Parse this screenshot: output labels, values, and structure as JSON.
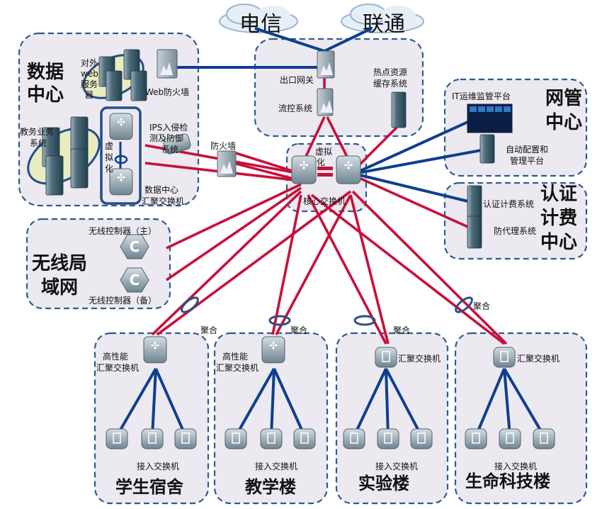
{
  "clouds": {
    "telecom": "电信",
    "unicom": "联通"
  },
  "data_center": {
    "title_lines": [
      "数据",
      "中心"
    ],
    "web_servers_lines": [
      "对外",
      "web",
      "服务",
      "器"
    ],
    "web_firewall": "Web防火墙",
    "academic_lines": [
      "教务业务",
      "系统"
    ],
    "virtualization_lines": [
      "虚",
      "拟",
      "化"
    ],
    "ips_lines": [
      "IPS入侵检",
      "测及防御",
      "系统"
    ],
    "agg_switch_lines": [
      "数据中心",
      "汇聚交换机"
    ],
    "firewall": "防火墙"
  },
  "exit": {
    "gateway": "出口网关",
    "flow_control": "流控系统",
    "cache_lines": [
      "热点资源",
      "缓存系统"
    ]
  },
  "core": {
    "virtualization_lines": [
      "虚拟",
      "化"
    ],
    "label": "核心交换机"
  },
  "nms": {
    "title_lines": [
      "网管",
      "中心"
    ],
    "it_platform": "IT运维监管平台",
    "auto_config_lines": [
      "自动配置和",
      "管理平台"
    ]
  },
  "auth": {
    "title_lines": [
      "认证",
      "计费",
      "中心"
    ],
    "billing": "认证计费系统",
    "anti_proxy": "防代理系统"
  },
  "wlan": {
    "title_lines": [
      "无线局",
      "域网"
    ],
    "controller_main": "无线控制器（主）",
    "controller_backup": "无线控制器（备）"
  },
  "link_aggregation": "聚合",
  "buildings": [
    {
      "name": "学生宿舍",
      "agg_lines": [
        "高性能",
        "汇聚交换机"
      ],
      "access": "接入交换机"
    },
    {
      "name": "教学楼",
      "agg_lines": [
        "高性能",
        "汇聚交换机"
      ],
      "access": "接入交换机"
    },
    {
      "name": "实验楼",
      "agg_lines": [
        "汇聚交换机"
      ],
      "access": "接入交换机"
    },
    {
      "name": "生命科技楼",
      "agg_lines": [
        "汇聚交换机"
      ],
      "access": "接入交换机"
    }
  ],
  "colors": {
    "red_link": "#c8103a",
    "blue_link": "#0d3f8f",
    "panel_fill": "#ece9f1",
    "panel_border": "#2f5b8f"
  }
}
